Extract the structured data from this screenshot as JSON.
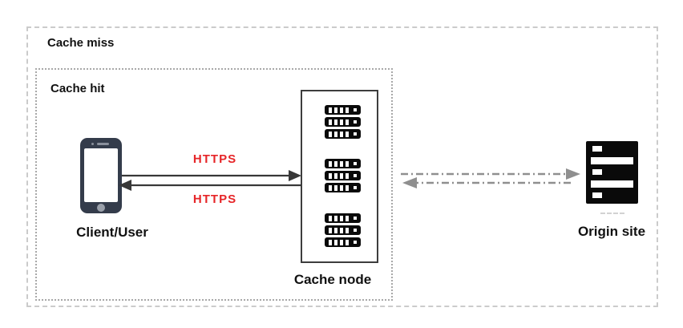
{
  "groups": {
    "cache_miss": {
      "label": "Cache miss"
    },
    "cache_hit": {
      "label": "Cache hit"
    }
  },
  "nodes": {
    "client": {
      "label": "Client/User",
      "icon": "smartphone-icon"
    },
    "cache_node": {
      "label": "Cache node",
      "icon": "server-stack-icon"
    },
    "origin": {
      "label": "Origin site",
      "icon": "server-rack-icon"
    }
  },
  "edges": {
    "client_to_cache": {
      "label": "HTTPS",
      "style": "solid",
      "direction": "right",
      "color": "#383838"
    },
    "cache_to_client": {
      "label": "HTTPS",
      "style": "solid",
      "direction": "left",
      "color": "#383838"
    },
    "cache_to_origin": {
      "label": "",
      "style": "dash-dot",
      "direction": "right",
      "color": "#8f8f8f"
    },
    "origin_to_cache": {
      "label": "",
      "style": "dash-dot",
      "direction": "left",
      "color": "#8f8f8f"
    }
  },
  "colors": {
    "https_label": "#e62528",
    "solid_arrow": "#383838",
    "dashdot_arrow": "#8f8f8f",
    "phone_body": "#343c4b",
    "server_black": "#0a0a0a",
    "outer_box_border": "#cbcbcb",
    "inner_box_border": "#a8a8a8",
    "cache_box_border": "#3d3d3d"
  }
}
